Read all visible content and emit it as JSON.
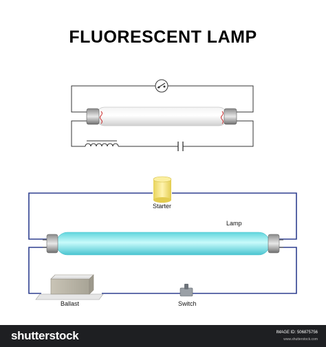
{
  "title": "FLUORESCENT LAMP",
  "labels": {
    "starter": "Starter",
    "lamp": "Lamp",
    "ballast": "Ballast",
    "switch": "Switch"
  },
  "footer": {
    "brand": "shutterstock",
    "image_id": "IMAGE ID: 506875756",
    "site": "www.shutterstock.com"
  },
  "colors": {
    "wire_schematic": "#333333",
    "wire_circuit": "#2e3f8f",
    "tube_glow": "#7ee8ee",
    "starter": "#f3e27a",
    "footer_bg": "#1e1f22"
  },
  "icons": [
    "starter-switch-symbol",
    "coil-icon",
    "capacitor-symbol",
    "switch-icon",
    "ballast-box"
  ]
}
